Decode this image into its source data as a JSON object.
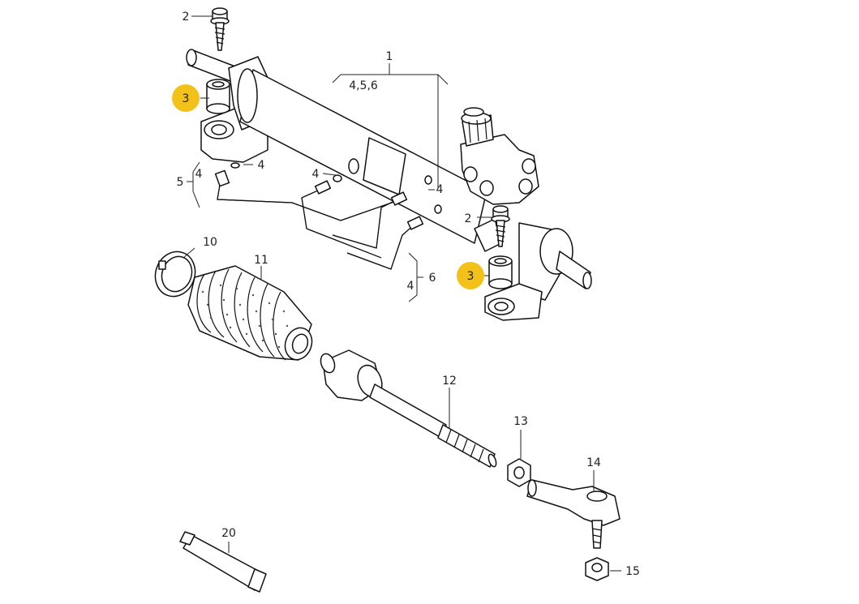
{
  "callouts": {
    "c1": "1",
    "c1_sub": "4,5,6",
    "c2a": "2",
    "c2b": "2",
    "c3a": "3",
    "c3b": "3",
    "c4a": "4",
    "c4b": "4",
    "c4c": "4",
    "c4d": "4",
    "c4e": "4",
    "c5": "5",
    "c6": "6",
    "c10": "10",
    "c11": "11",
    "c12": "12",
    "c13": "13",
    "c14": "14",
    "c15": "15",
    "c20": "20"
  },
  "highlight_color": "#F2C21A"
}
